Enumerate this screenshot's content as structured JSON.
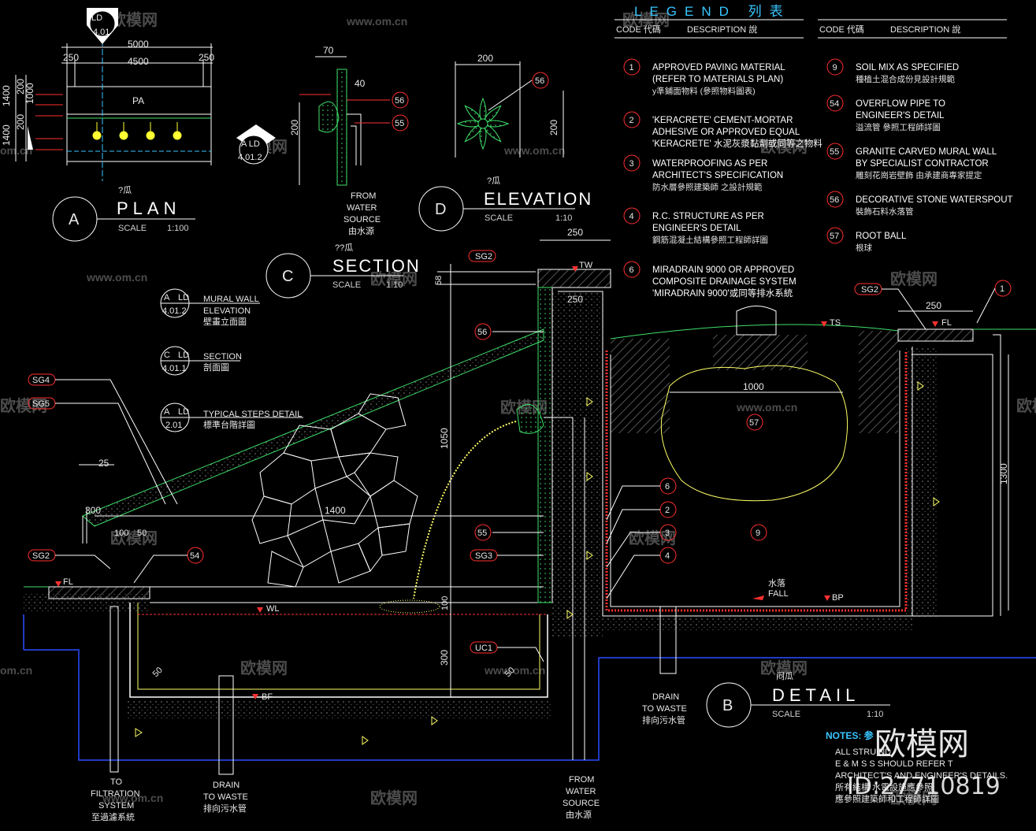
{
  "legend": {
    "title": "LEGEND 列表",
    "col_code": "CODE 代碼",
    "col_desc": "DESCRIPTION 說",
    "items": [
      {
        "code": "1",
        "lines": [
          "APPROVED PAVING MATERIAL",
          "(REFER TO MATERIALS PLAN)",
          "y準鋪面物料 (參照物料圖表)"
        ]
      },
      {
        "code": "2",
        "lines": [
          "'KERACRETE' CEMENT-MORTAR",
          "ADHESIVE OR APPROVED EQUAL",
          "'KERACRETE' 水泥灰漿黏劑或同等之物料"
        ]
      },
      {
        "code": "3",
        "lines": [
          "WATERPROOFING AS PER",
          "ARCHITECT'S SPECIFICATION",
          "防水層參照建築師 之設計規範"
        ]
      },
      {
        "code": "4",
        "lines": [
          "R.C. STRUCTURE AS PER",
          "ENGINEER'S DETAIL",
          "鋼筋混凝土結構參照工程師詳圖"
        ]
      },
      {
        "code": "6",
        "lines": [
          "MIRADRAIN 9000 OR APPROVED",
          "COMPOSITE DRAINAGE SYSTEM",
          "'MIRADRAIN 9000'或同等排水系統"
        ]
      },
      {
        "code": "9",
        "lines": [
          "SOIL MIX AS SPECIFIED",
          "種植土混合成份見設計規範"
        ]
      },
      {
        "code": "54",
        "lines": [
          "OVERFLOW PIPE TO",
          "ENGINEER'S DETAIL",
          "溢流管 參照工程師詳圖"
        ]
      },
      {
        "code": "55",
        "lines": [
          "GRANITE CARVED MURAL WALL",
          "BY SPECIALIST CONTRACTOR",
          "雕刻花崗岩壁飾 由承建商專家提定"
        ]
      },
      {
        "code": "56",
        "lines": [
          "DECORATIVE STONE WATERSPOUT",
          "裝飾石料水落管"
        ]
      },
      {
        "code": "57",
        "lines": [
          "ROOT BALL",
          "根球"
        ]
      }
    ]
  },
  "views": {
    "plan": {
      "letter": "A",
      "title": "PLAN",
      "scale_label": "SCALE",
      "scale": "1:100",
      "cn": "?瓜"
    },
    "elevation": {
      "letter": "D",
      "title": "ELEVATION",
      "scale_label": "SCALE",
      "scale": "1:10",
      "cn": "?瓜"
    },
    "section": {
      "letter": "C",
      "title": "SECTION",
      "scale_label": "SCALE",
      "scale": "1:10",
      "cn": "??瓜"
    },
    "detail": {
      "letter": "B",
      "title": "DETAIL",
      "scale_label": "SCALE",
      "scale": "1:10",
      "cn": "闷瓜"
    }
  },
  "refs": [
    {
      "top": "A",
      "code": "LD",
      "num": "4.01.2",
      "label": "MURAL WALL",
      "label2": "ELEVATION",
      "cn": "壁畫立面圖"
    },
    {
      "top": "C",
      "code": "LD",
      "num": "4.01.1",
      "label": "SECTION",
      "label2": "",
      "cn": "剖面圖"
    },
    {
      "top": "A",
      "code": "LD",
      "num": "2.01",
      "label": "TYPICAL STEPS DETAIL",
      "label2": "",
      "cn": "標準台階詳圖"
    }
  ],
  "plan_dims": {
    "total": "5000",
    "inner": "4500",
    "left": "250",
    "right": "250",
    "pa": "PA",
    "h1": "1400",
    "h2": "200",
    "h3": "1000",
    "h4": "200",
    "h5": "1400",
    "tag_top_a": "LD",
    "tag_top_n": "4.01",
    "tag_side_a": "A LD",
    "tag_side_n": "4.01.2"
  },
  "spout_side": {
    "d70": "70",
    "d40": "40",
    "d200": "200",
    "c56": "56",
    "c55": "55",
    "from": "FROM",
    "water": "WATER",
    "source": "SOURCE",
    "cn": "由水源"
  },
  "spout_front": {
    "d200": "200",
    "d200v": "200",
    "c56": "56"
  },
  "section_labels": {
    "sg2_top": "SG2",
    "tw": "TW",
    "d250a": "250",
    "d250b": "250",
    "d58": "58",
    "sg4": "SG4",
    "sg5": "SG5",
    "d25": "25",
    "d300": "300",
    "d100": "100",
    "d50": "50",
    "sg2_left": "SG2",
    "fl": "FL",
    "c54": "54",
    "wl": "WL",
    "d1400": "1400",
    "d1050": "1050",
    "c56": "56",
    "c55": "55",
    "sg3": "SG3",
    "uc1": "UC1",
    "d300v": "300",
    "d100v": "100",
    "d50b": "50",
    "d50c": "50",
    "bf": "BF",
    "to": "TO",
    "filtration": "FILTRATION",
    "system": "SYSTEM",
    "filt_cn": "至過濾系統",
    "drain": "DRAIN",
    "towaste": "TO WASTE",
    "drain_cn": "排向污水管",
    "from": "FROM",
    "water": "WATER",
    "source": "SOURCE",
    "from_cn": "由水源"
  },
  "detail_labels": {
    "sg2": "SG2",
    "c1": "1",
    "d250": "250",
    "ts": "TS",
    "fl": "FL",
    "d1000": "1000",
    "c57": "57",
    "d1300": "1300",
    "c6": "6",
    "c2": "2",
    "c3": "3",
    "c4": "4",
    "c9": "9",
    "fall_cn": "水落",
    "fall": "FALL",
    "bp": "BP",
    "drain": "DRAIN",
    "towaste": "TO WASTE",
    "drain_cn": "排向污水管"
  },
  "notes": {
    "heading": "NOTES: 参",
    "lines": [
      "ALL STRU                   ND",
      "E & M S         S SHOULD REFER T",
      "ARCHITECT'S AND ENGINEER'S DETAILS.",
      "所有結構           水電設施應參照",
      "應參照建築師和工程師詳圖"
    ]
  },
  "watermarks": {
    "brand": "欧模网",
    "site": "www.om.cn",
    "site_short": "om.cn",
    "big_brand": "欧模网",
    "id": "ID:27710819"
  },
  "colors": {
    "bg": "#000000",
    "dim": "#ffffff",
    "wall": "#34e06a",
    "water": "#ffff66",
    "blue": "#2b4dff",
    "red": "#ff3030",
    "cyan": "#39c6ff"
  }
}
